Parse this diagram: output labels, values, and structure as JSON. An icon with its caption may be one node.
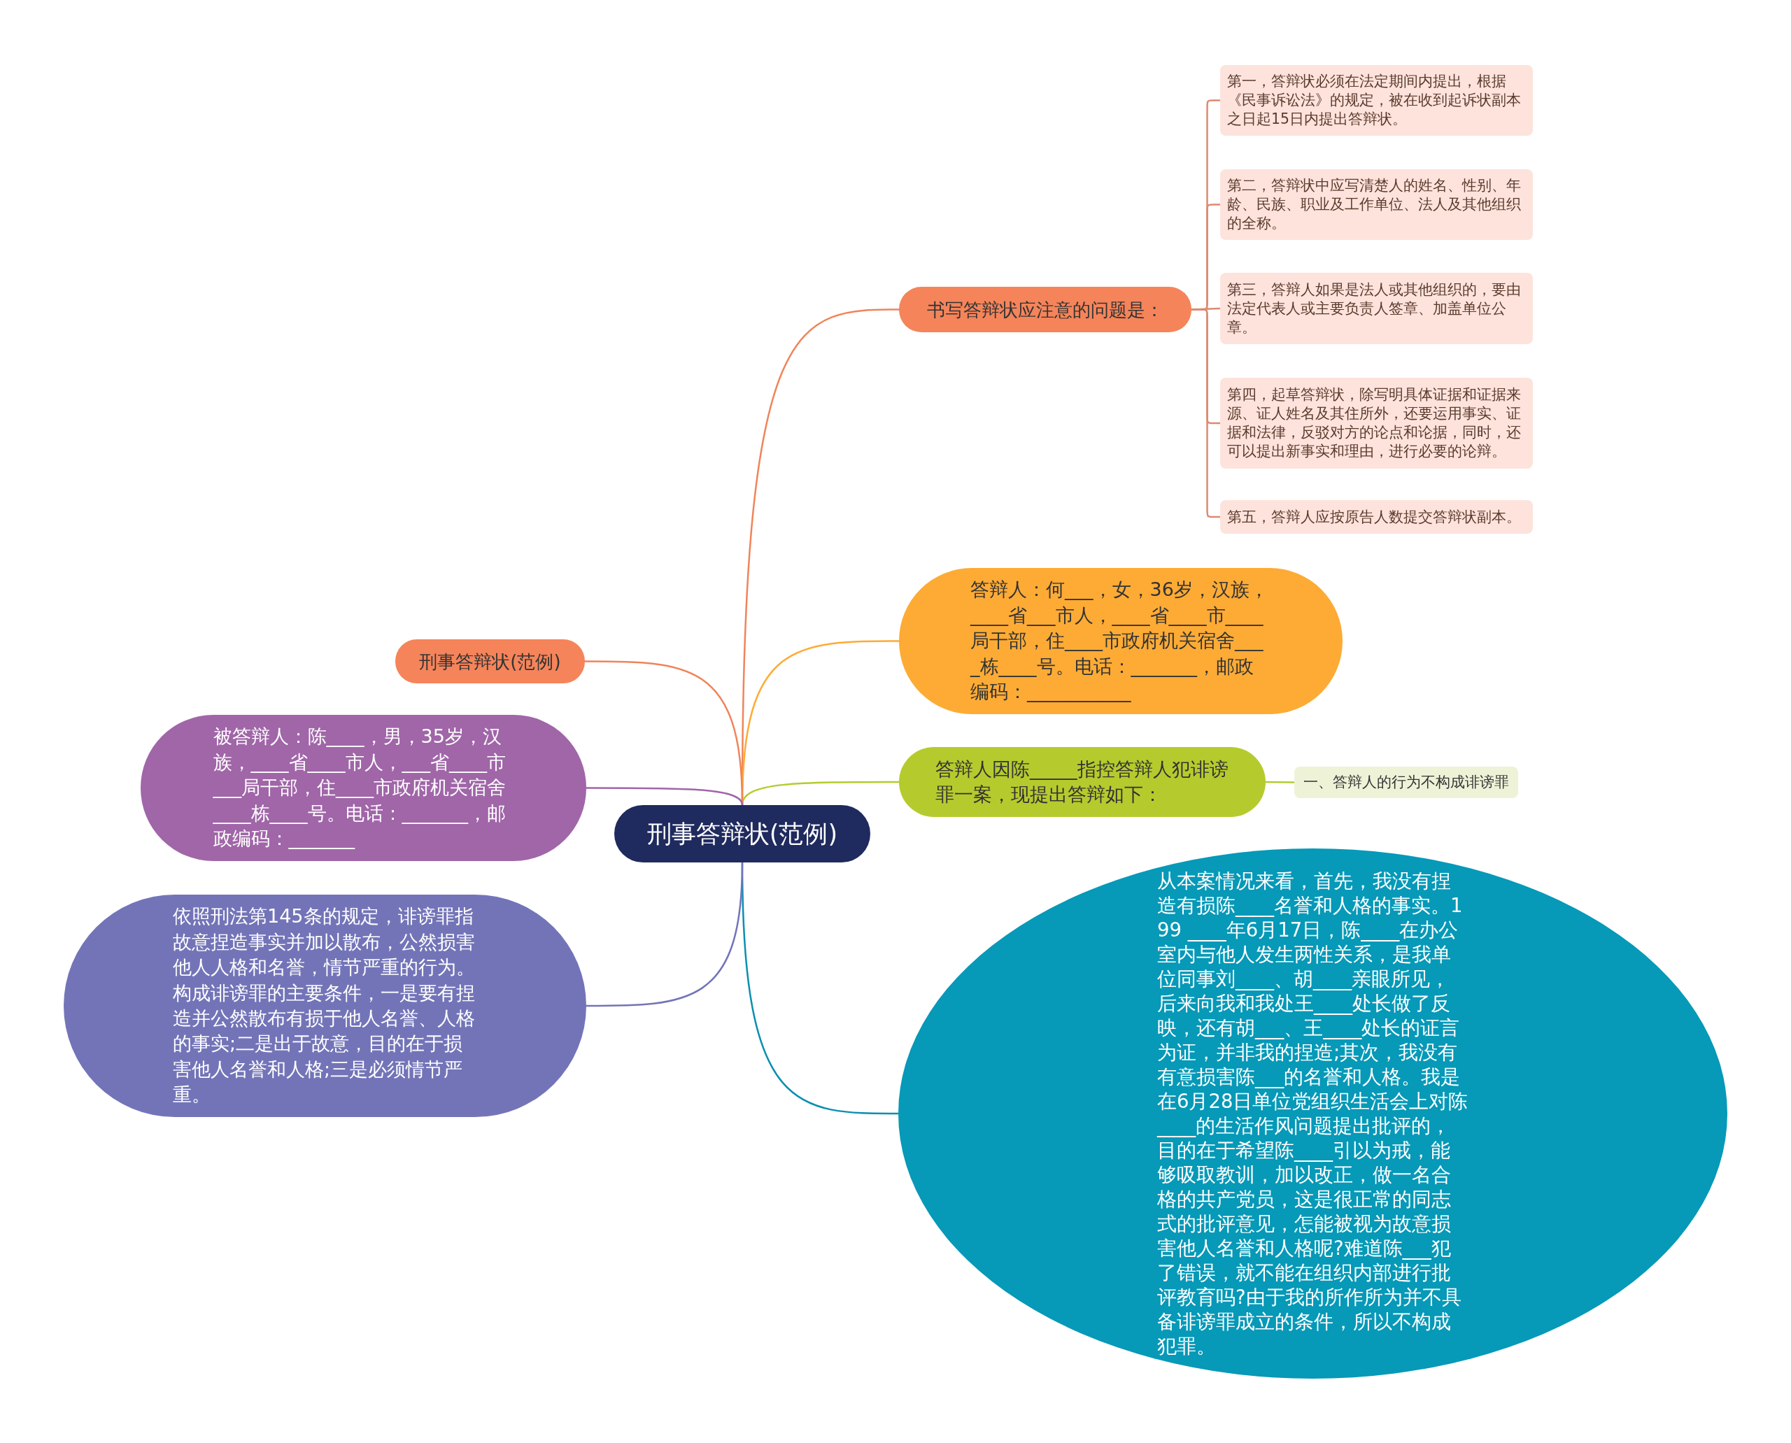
{
  "diagram": {
    "nodes": [
      {
        "text": [
          "刑事答辩状(范例)"
        ]
      },
      {
        "text": [
          "书写答辩状应注意的问题是："
        ]
      },
      {
        "text": [
          "第一，答辩状必须在法定期间内提出，根据《民事诉讼法》的规定，被在收到起诉状副本之日起15日内提出答辩状。"
        ]
      },
      {
        "text": [
          "第二，答辩状中应写清楚人的姓名、性别、年龄、民族、职业及工作单位、法人及其他组织的全称。"
        ]
      },
      {
        "text": [
          "第三，答辩人如果是法人或其他组织的，要由法定代表人或主要负责人签章、加盖单位公章。"
        ]
      },
      {
        "text": [
          "第四，起草答辩状，除写明具体证据和证据来源、证人姓名及其住所外，还要运用事实、证据和法律，反驳对方的论点和论据，同时，还可以提出新事实和理由，进行必要的论辩。"
        ]
      },
      {
        "text": [
          "第五，答辩人应按原告人数提交答辩状副本。"
        ]
      },
      {
        "text": [
          "答辩人：何___，女，36岁，汉族，____省___市人，____省____市____局干部，住____市政府机关宿舍___ _栋____号。电话：_______，邮政编码：___________"
        ]
      },
      {
        "text": [
          "答辩人因陈_____指控答辩人犯诽谤罪一案，现提出答辩如下："
        ]
      },
      {
        "text": [
          "一、答辩人的行为不构成诽谤罪"
        ]
      },
      {
        "text": [
          "从本案情况来看，首先，我没有捏造有损陈____名誉和人格的事实。199 ____年6月17日，陈____在办公室内与他人发生两性关系，是我单位同事刘____、胡____亲眼所见，后来向我和我处王____处长做了反映，还有胡___、王____处长的证言为证，并非我的捏造;其次，我没有有意损害陈___的名誉和人格。我是在6月28日单位党组织生活会上对陈____的生活作风问题提出批评的，目的在于希望陈____引以为戒，能够吸取教训，加以改正，做一名合格的共产党员，这是很正常的同志式的批评意见，怎能被视为故意损害他人名誉和人格呢?难道陈___犯了错误，就不能在组织内部进行批评教育吗?由于我的所作所为并不具备诽谤罪成立的条件，所以不构成犯罪。"
        ]
      },
      {
        "text": [
          "刑事答辩状(范例)"
        ]
      },
      {
        "text": [
          "被答辩人：陈____，男，35岁，汉族，____省____市人，___省____市___局干部，住____市政府机关宿舍____栋____号。电话：_______，邮政编码：_______"
        ]
      },
      {
        "text": [
          "依照刑法第145条的规定，诽谤罪指故意捏造事实并加以散布，公然损害他人人格和名誉，情节严重的行为。构成诽谤罪的主要条件，一是要有捏造并公然散布有损于他人名誉、人格的事实;二是出于故意，目的在于损害他人名誉和人格;三是必须情节严重。"
        ]
      }
    ],
    "edges": [
      {
        "from": 0,
        "to": 1,
        "arrow": "none",
        "color": "#f0845a"
      },
      {
        "from": 1,
        "to": 2,
        "arrow": "none",
        "color": "#dc8a70"
      },
      {
        "from": 1,
        "to": 3,
        "arrow": "none",
        "color": "#dc8a70"
      },
      {
        "from": 1,
        "to": 4,
        "arrow": "none",
        "color": "#dc8a70"
      },
      {
        "from": 1,
        "to": 5,
        "arrow": "none",
        "color": "#dc8a70"
      },
      {
        "from": 1,
        "to": 6,
        "arrow": "none",
        "color": "#dc8a70"
      },
      {
        "from": 0,
        "to": 7,
        "arrow": "none",
        "color": "#fdab35"
      },
      {
        "from": 0,
        "to": 8,
        "arrow": "none",
        "color": "#b5cb2d"
      },
      {
        "from": 8,
        "to": 9,
        "arrow": "none",
        "color": "#b5cb2d"
      },
      {
        "from": 0,
        "to": 10,
        "arrow": "none",
        "color": "#0a8fb0"
      },
      {
        "from": 0,
        "to": 11,
        "arrow": "none",
        "color": "#f0845a"
      },
      {
        "from": 0,
        "to": 12,
        "arrow": "none",
        "color": "#a066a8"
      },
      {
        "from": 0,
        "to": 13,
        "arrow": "none",
        "color": "#7374b8"
      }
    ]
  }
}
